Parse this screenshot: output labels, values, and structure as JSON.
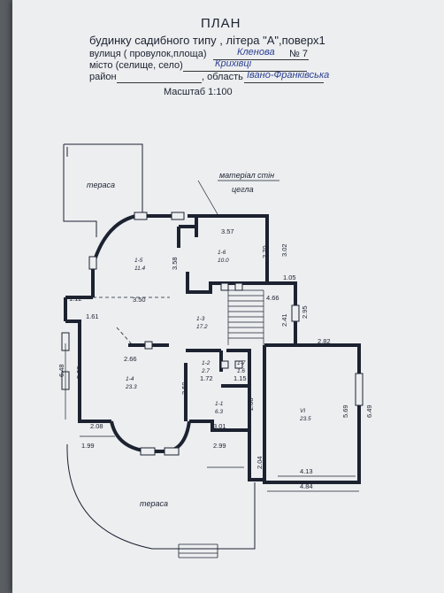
{
  "header": {
    "title": "ПЛАН",
    "subtitle": "будинку садибного типу , літера \"А\",поверх1",
    "street_label": "вулиця ( провулок,площа)",
    "street_value": "Кленова",
    "number_value": "№ 7",
    "city_label": "місто (селище, село)",
    "city_value": "Крихівці",
    "district_label": "район",
    "region_label": ", область",
    "region_value": "Івано-Франківська",
    "scale": "Масштаб 1:100"
  },
  "annotations": {
    "terrace_top": "тераса",
    "terrace_bottom": "тераса",
    "wall_material_label": "матеріал стін",
    "wall_material_value": "цегла"
  },
  "rooms": [
    {
      "id": "1-5",
      "area": "11.4"
    },
    {
      "id": "1-6",
      "area": "10.0"
    },
    {
      "id": "1-3",
      "area": "17.2"
    },
    {
      "id": "1-4",
      "area": "23.3"
    },
    {
      "id": "1-2",
      "area": "2.7"
    },
    {
      "id": "1-7",
      "area": "1.6"
    },
    {
      "id": "1-1",
      "area": "6.3"
    },
    {
      "id": "VI",
      "area": "23.5"
    }
  ],
  "dimensions": [
    "3.57",
    "3.02",
    "2.70",
    "3.58",
    "1.05",
    "4.66",
    "3.50",
    "1.12",
    "1.61",
    "2.41",
    "2.95",
    "2.82",
    "6.48",
    "5.52",
    "2.66",
    "1.72",
    "1.15",
    "3.59",
    "2.08",
    "5.69",
    "6.49",
    "2.08",
    "3.01",
    "1.99",
    "2.99",
    "2.04",
    "4.13",
    "4.84"
  ]
}
